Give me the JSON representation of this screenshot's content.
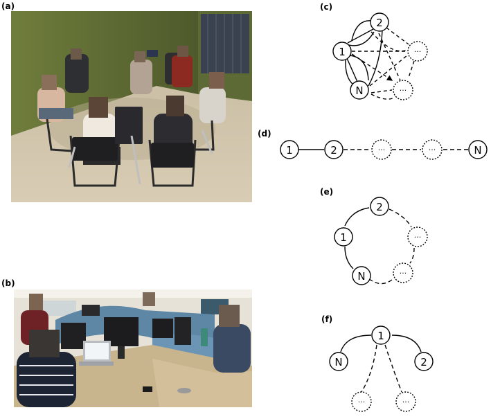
{
  "figure": {
    "panels": [
      {
        "label": "(a)"
      },
      {
        "label": "(b)"
      },
      {
        "label": "(c)"
      },
      {
        "label": "(d)"
      },
      {
        "label": "(e)"
      },
      {
        "label": "(f)"
      }
    ],
    "nodes": {
      "one": "1",
      "two": "2",
      "n": "N",
      "ellipsis": "···"
    }
  }
}
